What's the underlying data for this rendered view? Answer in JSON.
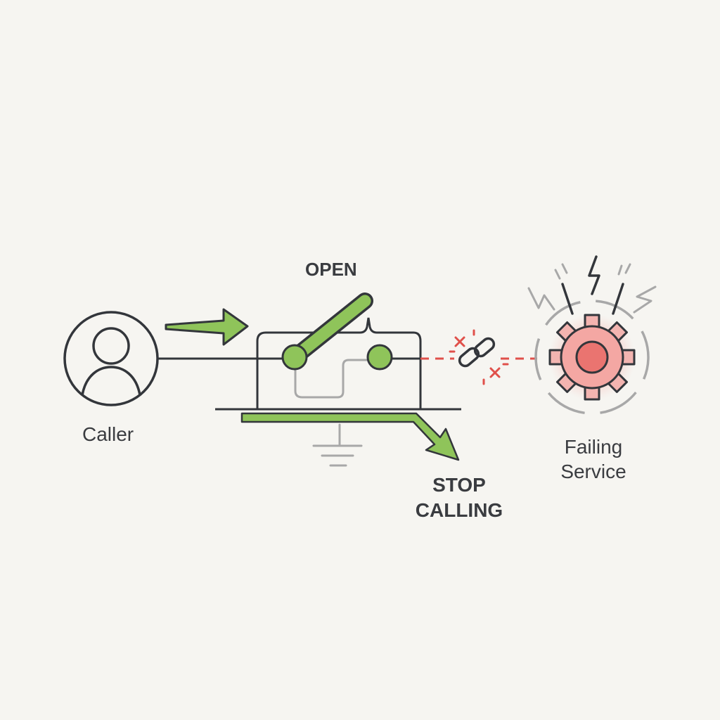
{
  "labels": {
    "caller": "Caller",
    "state": "OPEN",
    "action_line1": "STOP",
    "action_line2": "CALLING",
    "service_line1": "Failing",
    "service_line2": "Service"
  },
  "icons": {
    "caller": "user-icon",
    "breaker": "circuit-breaker-switch-icon",
    "ground": "ground-symbol-icon",
    "broken_link": "broken-chain-icon",
    "service": "gear-icon",
    "alert": "lightning-bolt-icon"
  },
  "colors": {
    "background": "#f6f5f1",
    "stroke": "#33363b",
    "accent_green": "#8fc45a",
    "error_red": "#e0504a",
    "muted_gray": "#a8a8a8"
  }
}
